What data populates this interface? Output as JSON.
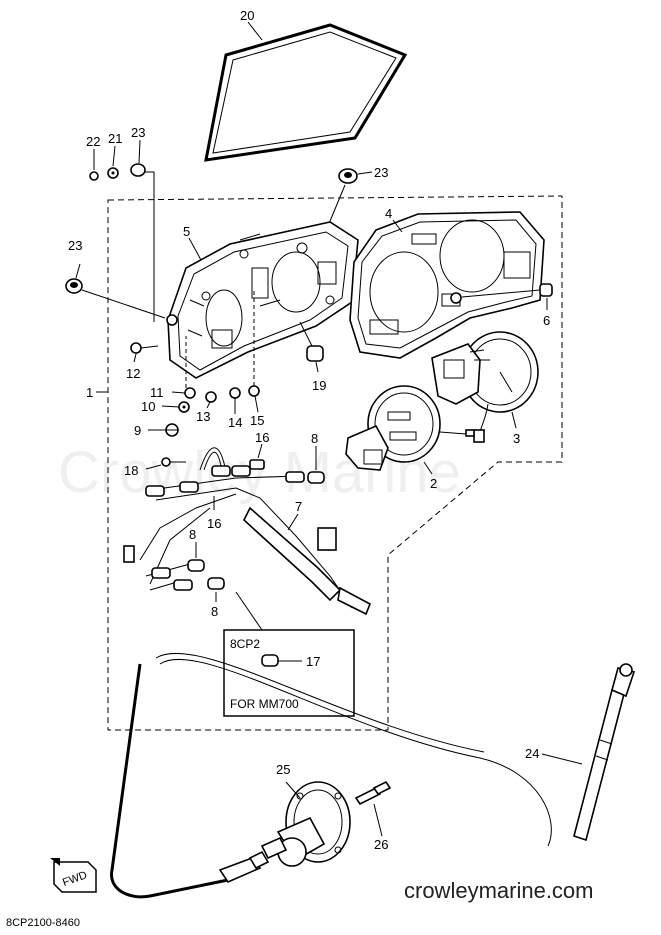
{
  "diagram": {
    "callouts": [
      {
        "id": "c20",
        "text": "20"
      },
      {
        "id": "c22",
        "text": "22"
      },
      {
        "id": "c21",
        "text": "21"
      },
      {
        "id": "c23a",
        "text": "23"
      },
      {
        "id": "c23b",
        "text": "23"
      },
      {
        "id": "c23c",
        "text": "23"
      },
      {
        "id": "c4",
        "text": "4"
      },
      {
        "id": "c5",
        "text": "5"
      },
      {
        "id": "c6",
        "text": "6"
      },
      {
        "id": "c12",
        "text": "12"
      },
      {
        "id": "c1",
        "text": "1"
      },
      {
        "id": "c11",
        "text": "11"
      },
      {
        "id": "c10",
        "text": "10"
      },
      {
        "id": "c13",
        "text": "13"
      },
      {
        "id": "c14",
        "text": "14"
      },
      {
        "id": "c15",
        "text": "15"
      },
      {
        "id": "c19",
        "text": "19"
      },
      {
        "id": "c9",
        "text": "9"
      },
      {
        "id": "c16a",
        "text": "16"
      },
      {
        "id": "c8a",
        "text": "8"
      },
      {
        "id": "c3",
        "text": "3"
      },
      {
        "id": "c18",
        "text": "18"
      },
      {
        "id": "c2",
        "text": "2"
      },
      {
        "id": "c16b",
        "text": "16"
      },
      {
        "id": "c7",
        "text": "7"
      },
      {
        "id": "c8b",
        "text": "8"
      },
      {
        "id": "c8c",
        "text": "8"
      },
      {
        "id": "c17",
        "text": "17"
      },
      {
        "id": "c24",
        "text": "24"
      },
      {
        "id": "c25",
        "text": "25"
      },
      {
        "id": "c26",
        "text": "26"
      }
    ],
    "inset_box": {
      "title": "8CP2",
      "footer": "FOR MM700"
    },
    "fwd_tag": "FWD",
    "watermark": "Crowley Marine",
    "site": "crowleymarine.com",
    "figure_code": "8CP2100-8460"
  }
}
